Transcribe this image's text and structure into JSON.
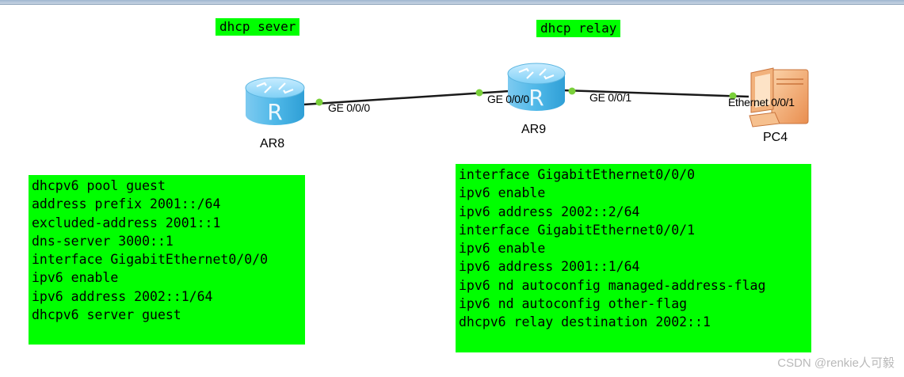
{
  "labels": {
    "server_tag": "dhcp sever",
    "relay_tag": "dhcp relay"
  },
  "devices": {
    "ar8": "AR8",
    "ar9": "AR9",
    "pc4": "PC4"
  },
  "ports": {
    "ar8_ge000": "GE 0/0/0",
    "ar9_ge000": "GE 0/0/0",
    "ar9_ge001": "GE 0/0/1",
    "pc4_eth": "Ethernet 0/0/1"
  },
  "colors": {
    "config_bg": "#00ff00",
    "router": "#4fb8e8",
    "link_dot": "#7ad03a"
  },
  "server_config": [
    "dhcpv6 pool guest",
    "address prefix 2001::/64",
    "excluded-address 2001::1",
    "dns-server 3000::1",
    "interface GigabitEthernet0/0/0",
    "ipv6 enable",
    "ipv6 address 2002::1/64",
    "dhcpv6 server guest"
  ],
  "relay_config": [
    "interface GigabitEthernet0/0/0",
    "ipv6 enable",
    "ipv6 address 2002::2/64",
    "interface GigabitEthernet0/0/1",
    "ipv6 enable",
    "ipv6 address 2001::1/64",
    "ipv6 nd autoconfig managed-address-flag",
    "ipv6 nd autoconfig other-flag",
    "dhcpv6 relay destination 2002::1"
  ],
  "watermark": "CSDN @renkie人可毅"
}
